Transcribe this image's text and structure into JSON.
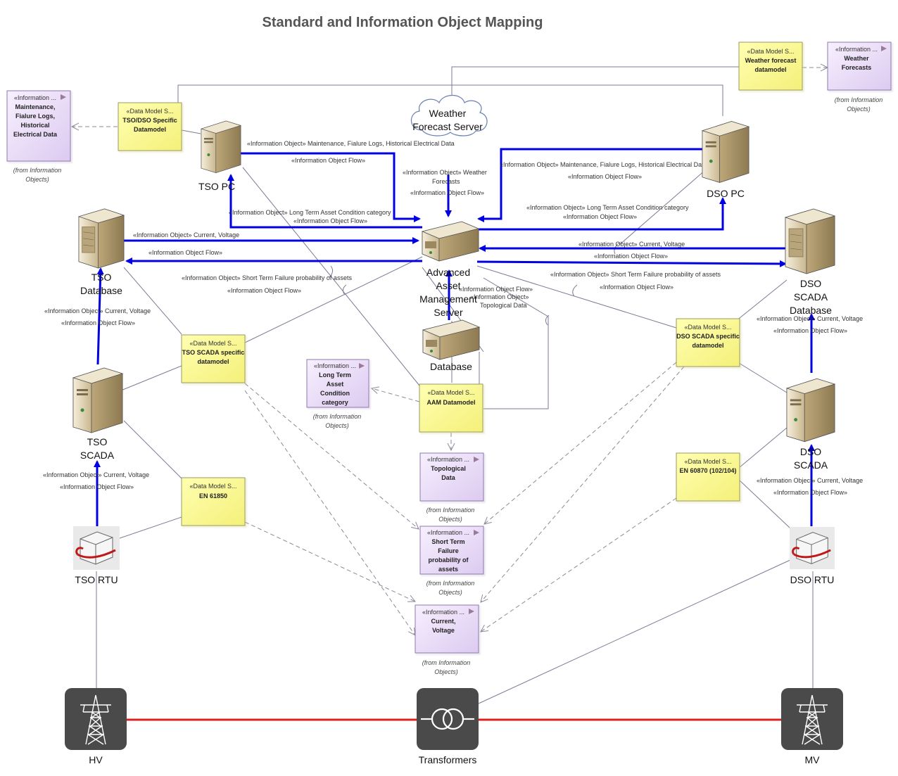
{
  "title": "Standard and Information Object Mapping",
  "nodes": {
    "tso_pc": "TSO PC",
    "dso_pc": "DSO PC",
    "weather_server": [
      "Weather",
      "Forecast Server"
    ],
    "aam_server": [
      "Advanced",
      "Asset",
      "Management",
      "Server"
    ],
    "database": "Database",
    "tso_database": [
      "TSO",
      "Database"
    ],
    "dso_database": [
      "DSO",
      "SCADA",
      "Database"
    ],
    "tso_scada": [
      "TSO",
      "SCADA"
    ],
    "dso_scada": [
      "DSO",
      "SCADA"
    ],
    "tso_rtu": "TSO RTU",
    "dso_rtu": "DSO RTU",
    "hv": "HV",
    "transformers": "Transformers",
    "mv": "MV"
  },
  "flow_labels": {
    "tsopc_maint": "«Information Object» Maintenance, Fialure Logs, Historical Electrical Data",
    "tsopc_maint_flow": "«Information Object Flow»",
    "weather_obj": [
      "«Information Object» Weather",
      "Forecasts"
    ],
    "weather_flow": "«Information Object Flow»",
    "dsopc_maint": "«Information Object» Maintenance, Fialure Logs, Historical Electrical Data",
    "dsopc_maint_flow": "«Information Object Flow»",
    "tso_ltac": "«Information Object» Long Term Asset Condition category",
    "tso_ltac_flow": "«Information Object Flow»",
    "dso_ltac": "«Information Object» Long Term Asset Condition category",
    "dso_ltac_flow": "«Information Object Flow»",
    "tsodb_cv": "«Information Object» Current, Voltage",
    "tsodb_flow": "«Information Object Flow»",
    "dsodb_cv": "«Information Object» Current, Voltage",
    "dsodb_flow": "«Information Object Flow»",
    "tso_stf": "«Information Object» Short Term Failure probability of assets",
    "tso_stf_flow": "«Information Object Flow»",
    "dso_stf": "«Information Object» Short Term Failure probability of assets",
    "dso_stf_flow": "«Information Object Flow»",
    "db_flow": "«Information Object Flow»",
    "db_obj": [
      "«Information Object»",
      "Topological Data"
    ],
    "tsoscada_cv": "«Information Object» Current, Voltage",
    "tsoscada_flow": "«Information Object Flow»",
    "dsoscada_cv": "«Information Object» Current, Voltage",
    "dsoscada_flow": "«Information Object Flow»",
    "tsortu_cv": "«Information Object» Current, Voltage",
    "tsortu_flow": "«Information Object Flow»",
    "dsortu_cv": "«Information Object» Current, Voltage",
    "dsortu_flow": "«Information Object Flow»"
  },
  "data_models": {
    "tsodso": {
      "head": "«Data Model S...",
      "body": [
        "TSO/DSO Specific",
        "Datamodel"
      ]
    },
    "weather": {
      "head": "«Data Model S...",
      "body": [
        "Weather forecast",
        "datamodel"
      ]
    },
    "tso_scada": {
      "head": "«Data Model S...",
      "body": [
        "TSO SCADA specific",
        "datamodel"
      ]
    },
    "dso_scada": {
      "head": "«Data Model S...",
      "body": [
        "DSO SCADA specific",
        "datamodel"
      ]
    },
    "aam": {
      "head": "«Data Model S...",
      "body": [
        "AAM Datamodel"
      ]
    },
    "en61850": {
      "head": "«Data Model S...",
      "body": [
        "EN 61850"
      ]
    },
    "en60870": {
      "head": "«Data Model S...",
      "body": [
        "EN 60870 (102/104)"
      ]
    }
  },
  "info_objects": {
    "maint": {
      "head": "«Information ...",
      "body": [
        "Maintenance,",
        "Fialure Logs,",
        "Historical",
        "Electrical Data"
      ],
      "from": [
        "(from Information",
        "Objects)"
      ]
    },
    "weather": {
      "head": "«Information ...",
      "body": [
        "Weather",
        "Forecasts"
      ],
      "from": [
        "(from Information",
        "Objects)"
      ]
    },
    "ltac": {
      "head": "«Information ...",
      "body": [
        "Long Term",
        "Asset",
        "Condition",
        "category"
      ],
      "from": [
        "(from Information",
        "Objects)"
      ]
    },
    "topo": {
      "head": "«Information ...",
      "body": [
        "Topological",
        "Data"
      ],
      "from": [
        "(from Information",
        "Objects)"
      ]
    },
    "stf": {
      "head": "«Information ...",
      "body": [
        "Short Term",
        "Failure",
        "probability of",
        "assets"
      ],
      "from": [
        "(from Information",
        "Objects)"
      ]
    },
    "cv": {
      "head": "«Information ...",
      "body": [
        "Current,",
        "Voltage"
      ],
      "from": [
        "(from Information",
        "Objects)"
      ]
    }
  },
  "colors": {
    "flow": "#0000e0",
    "power_line": "#e02020",
    "data_model_fill": "#ffff99",
    "info_object_fill": "#ece0f8",
    "connector": "#7b7b95"
  }
}
